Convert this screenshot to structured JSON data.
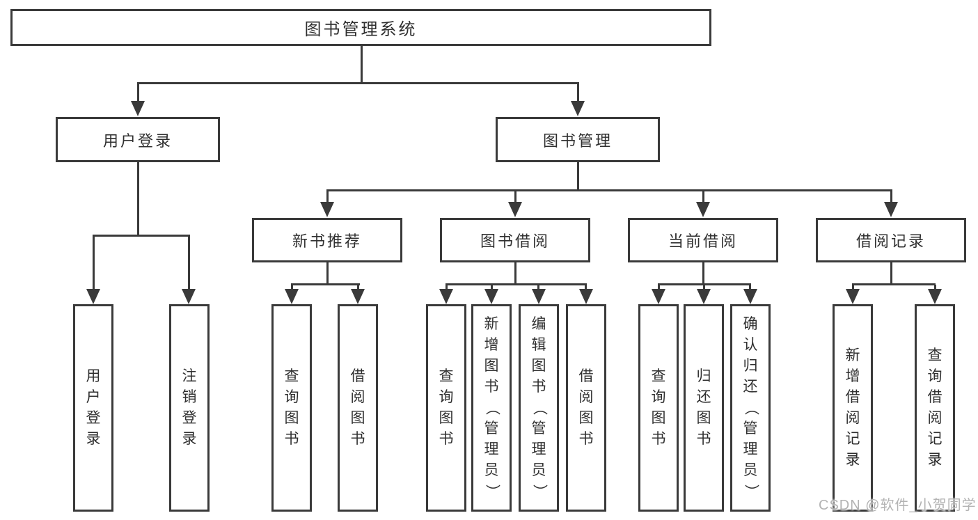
{
  "root": {
    "label": "图书管理系统"
  },
  "branches": [
    {
      "label": "用户登录"
    },
    {
      "label": "图书管理"
    }
  ],
  "modules": [
    {
      "label": "新书推荐"
    },
    {
      "label": "图书借阅"
    },
    {
      "label": "当前借阅"
    },
    {
      "label": "借阅记录"
    }
  ],
  "leaves": {
    "user_login": [
      "用户登录",
      "注销登录"
    ],
    "new_book_recommend": [
      "查询图书",
      "借阅图书"
    ],
    "book_borrow": [
      "查询图书",
      "新增图书（管理员）",
      "编辑图书（管理员）",
      "借阅图书"
    ],
    "current_borrow": [
      "查询图书",
      "归还图书",
      "确认归还（管理员）"
    ],
    "borrow_record": [
      "新增借阅记录",
      "查询借阅记录"
    ]
  },
  "watermark": "CSDN @软件_小贺同学",
  "colors": {
    "line": "#3a3a3a",
    "text": "#2f2f2f",
    "background": "#ffffff",
    "watermark": "#b3b3b3"
  }
}
